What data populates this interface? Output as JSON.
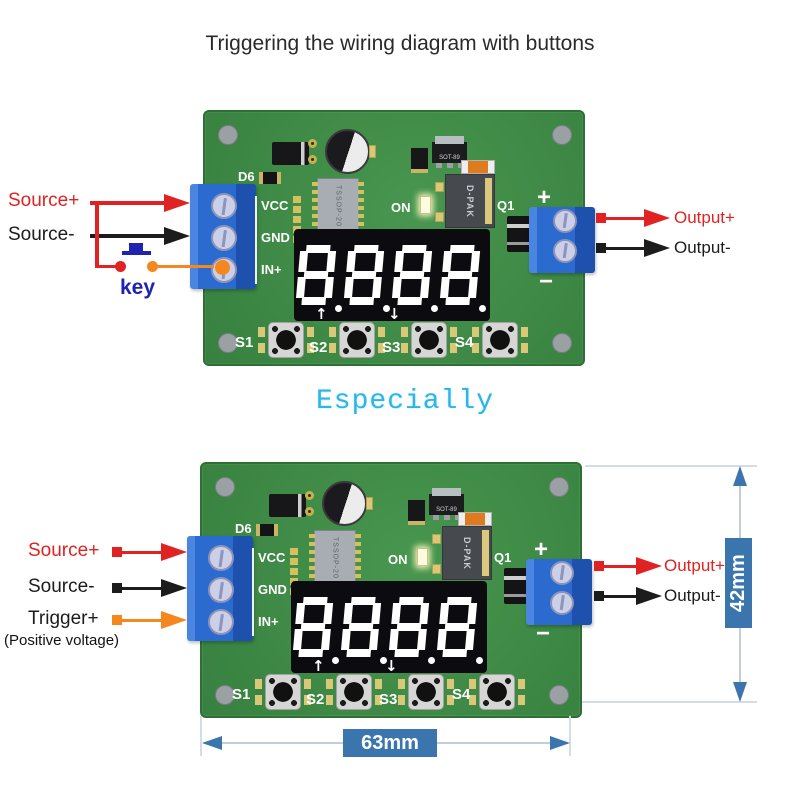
{
  "title": "Triggering the wiring diagram with buttons",
  "subtitle": "Especially",
  "colors": {
    "pcb_green": "#3e8a46",
    "terminal_blue": "#2b6bd0",
    "wire_red": "#e02222",
    "wire_black": "#1c1c1c",
    "wire_orange": "#f5871f",
    "key_blue": "#1f24b0",
    "dimension_blue": "#3a76ad",
    "subtitle_cyan": "#2db5ea"
  },
  "pcb": {
    "pin_labels": [
      "VCC",
      "GND",
      "IN+"
    ],
    "buttons": [
      "S1",
      "S2",
      "S3",
      "S4"
    ],
    "arrow_up": "↑",
    "arrow_down": "↓",
    "plus": "+",
    "minus": "−",
    "q1": "Q1",
    "d6": "D6",
    "on": "ON",
    "ic_label": "TSSOP-20",
    "dpak_label": "D-PAK",
    "sot_label": "SOT-89",
    "display_value": "8.8.8.8."
  },
  "top_module": {
    "wiring": {
      "source_plus": "Source+",
      "source_minus": "Source-",
      "key": "key",
      "output_plus": "Output+",
      "output_minus": "Output-"
    }
  },
  "bottom_module": {
    "wiring": {
      "source_plus": "Source+",
      "source_minus": "Source-",
      "trigger_plus": "Trigger+",
      "trigger_note": "(Positive voltage)",
      "output_plus": "Output+",
      "output_minus": "Output-"
    },
    "dimensions": {
      "width": "63mm",
      "height": "42mm"
    }
  }
}
